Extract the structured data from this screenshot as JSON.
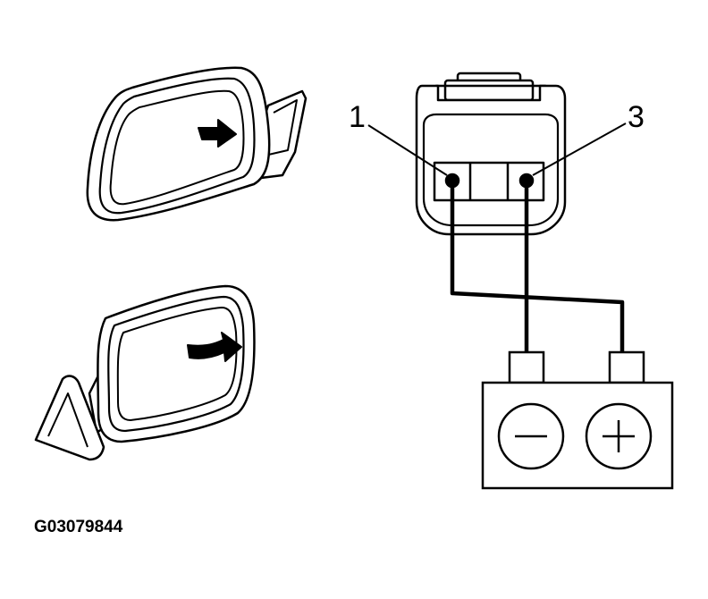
{
  "figure_id": "G03079844",
  "pins": [
    {
      "label": "1"
    },
    {
      "label": "3"
    }
  ],
  "battery": {
    "negative_symbol": "minus-symbol",
    "positive_symbol": "plus-symbol"
  },
  "mirrors": [
    {
      "icon": "side-mirror-icon",
      "arrow": "right-arrow-icon"
    },
    {
      "icon": "side-mirror-icon",
      "arrow": "right-arrow-icon"
    }
  ],
  "colors": {
    "line": "#000000",
    "background": "#ffffff"
  }
}
